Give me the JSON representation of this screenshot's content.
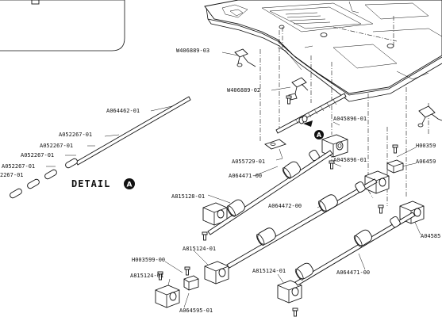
{
  "labels": {
    "w406889_03": "W406889-03",
    "w406889_02": "W406889-02",
    "a064462_01": "A064462-01",
    "a052267_01_a": "A052267-01",
    "a052267_01_b": "A052267-01",
    "a052267_01_c": "A052267-01",
    "a052267_01_d": "A052267-01",
    "a052267_01_e": "2267-01",
    "a045896_01_a": "A045896-01",
    "a045896_01_b": "A045896-01",
    "h003599_00_r": "H00359",
    "a06459_r": "A06459",
    "a055729_01": "A055729-01",
    "a064471_00_a": "A064471-00",
    "a815128_01": "A815128-01",
    "a064472_00": "A064472-00",
    "a04585_r": "A04585",
    "a815124_01_a": "A815124-01",
    "h003599_00": "H003599-00",
    "a815124_01_b": "A815124-01",
    "a815124_01_c": "A815124-01",
    "a064471_00_b": "A064471-00",
    "a064595_01": "A064595-01"
  },
  "detail": {
    "text": "DETAIL",
    "marker": "A"
  },
  "callout_marker": "A",
  "icons": {
    "detail_marker": "circle-letter-icon",
    "callout_arrow": "arrow-icon"
  }
}
